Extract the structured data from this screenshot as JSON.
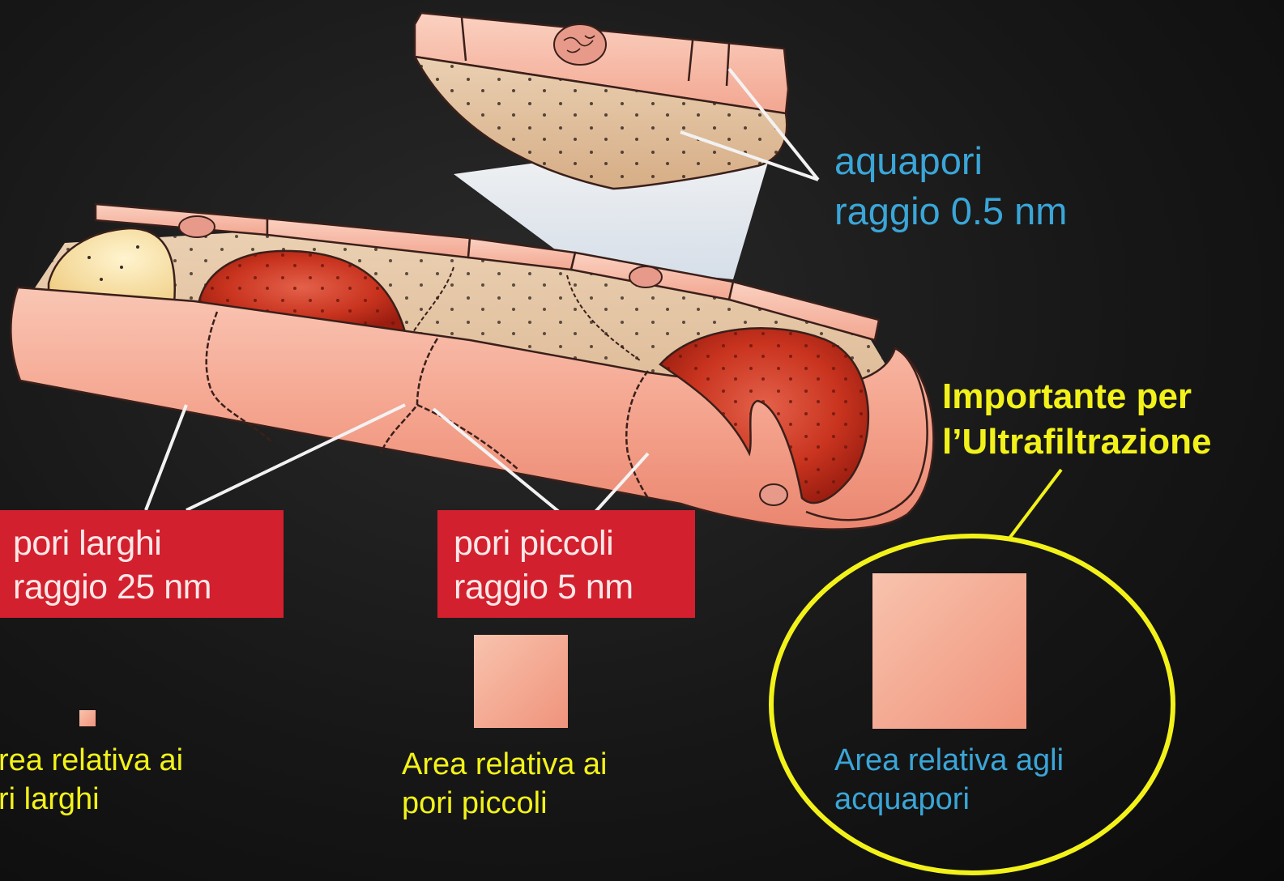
{
  "labels": {
    "aquapori_line1": "aquapori",
    "aquapori_line2": "raggio 0.5 nm",
    "importante_line1": "Importante per",
    "importante_line2": "l’Ultrafiltrazione",
    "pori_larghi_line1": "pori larghi",
    "pori_larghi_line2": "raggio 25 nm",
    "pori_piccoli_line1": "pori piccoli",
    "pori_piccoli_line2": "raggio 5 nm",
    "area_larghi_line1": "rea relativa ai",
    "area_larghi_line2": "ri larghi",
    "area_piccoli_line1": "Area relativa ai",
    "area_piccoli_line2": "pori piccoli",
    "area_acquapori_line1": "Area relativa agli",
    "area_acquapori_line2": "acquapori"
  },
  "colors": {
    "background": "#141414",
    "label_blue": "#3aa6d8",
    "label_yellow": "#f2f21a",
    "box_red": "#d2202e",
    "cell_pink": "#f4a48f",
    "blood_cell_red": "#c5331f",
    "interstitium_tan": "#e2bf9b"
  }
}
